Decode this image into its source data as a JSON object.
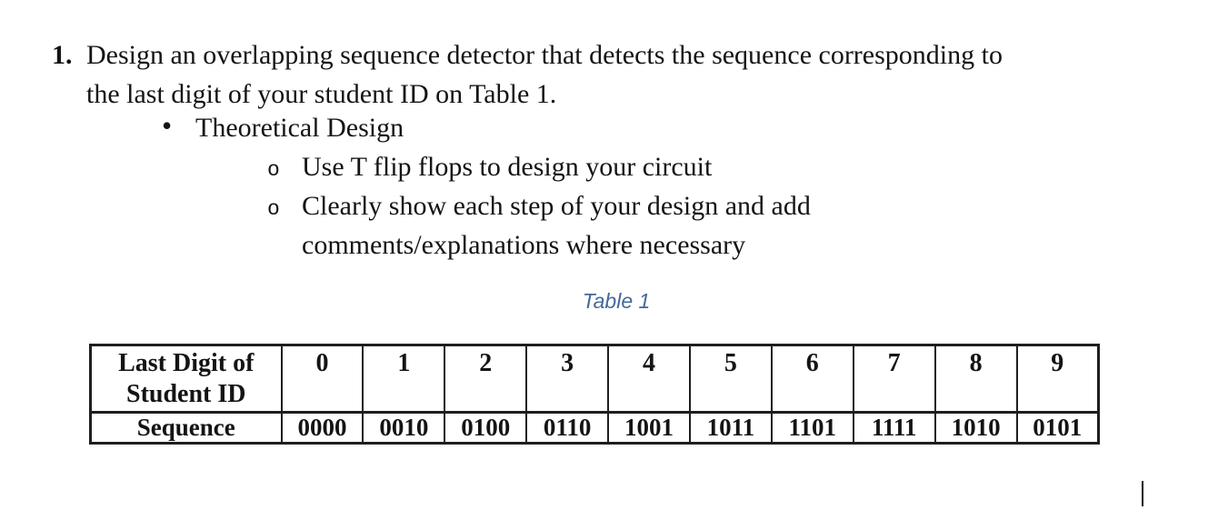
{
  "colors": {
    "background": "#ffffff",
    "text": "#141414",
    "caption": "#45689b",
    "table_border": "#1e1e1e"
  },
  "question": {
    "number": "1.",
    "lines": [
      "Design an overlapping sequence detector that detects the sequence corresponding to",
      "the last digit of your student ID on Table 1."
    ],
    "bullet": {
      "marker": "•",
      "label": "Theoretical Design"
    },
    "sub_bullets": [
      {
        "marker": "o",
        "lines": [
          "Use T flip flops to design your circuit"
        ]
      },
      {
        "marker": "o",
        "lines": [
          "Clearly show each step of your design and add",
          "comments/explanations where necessary"
        ]
      }
    ]
  },
  "table": {
    "caption": "Table 1",
    "row1_header": "Last Digit of Student ID",
    "digit_headers": [
      "0",
      "1",
      "2",
      "3",
      "4",
      "5",
      "6",
      "7",
      "8",
      "9"
    ],
    "row2_header": "Sequence",
    "sequences": [
      "0000",
      "0010",
      "0100",
      "0110",
      "1001",
      "1011",
      "1101",
      "1111",
      "1010",
      "0101"
    ]
  },
  "cursor": {
    "present": true
  }
}
